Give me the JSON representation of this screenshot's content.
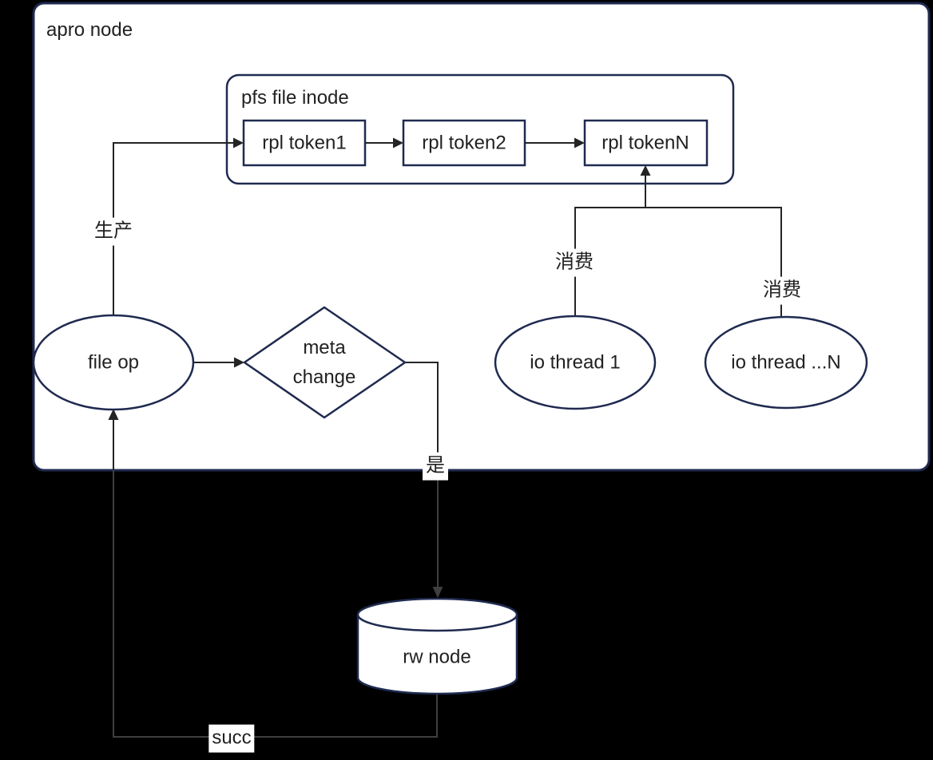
{
  "diagram": {
    "outer_label": "apro node",
    "inode_group_label": "pfs file inode",
    "tokens": [
      {
        "label": "rpl token1"
      },
      {
        "label": "rpl token2"
      },
      {
        "label": "rpl tokenN"
      }
    ],
    "nodes": {
      "file_op": "file op",
      "meta_change_line1": "meta",
      "meta_change_line2": "change",
      "io_thread_1": "io thread 1",
      "io_thread_n": "io thread ...N",
      "rw_node": "rw node"
    },
    "edge_labels": {
      "produce": "生产",
      "consume_1": "消费",
      "consume_n": "消费",
      "yes": "是",
      "succ": "succ"
    },
    "colors": {
      "page_background": "#000000",
      "panel_fill": "#ffffff",
      "shape_border": "#1f2a50",
      "connector_on_white": "#242424",
      "connector_on_black": "#3f3f3f",
      "text": "#212121"
    }
  }
}
